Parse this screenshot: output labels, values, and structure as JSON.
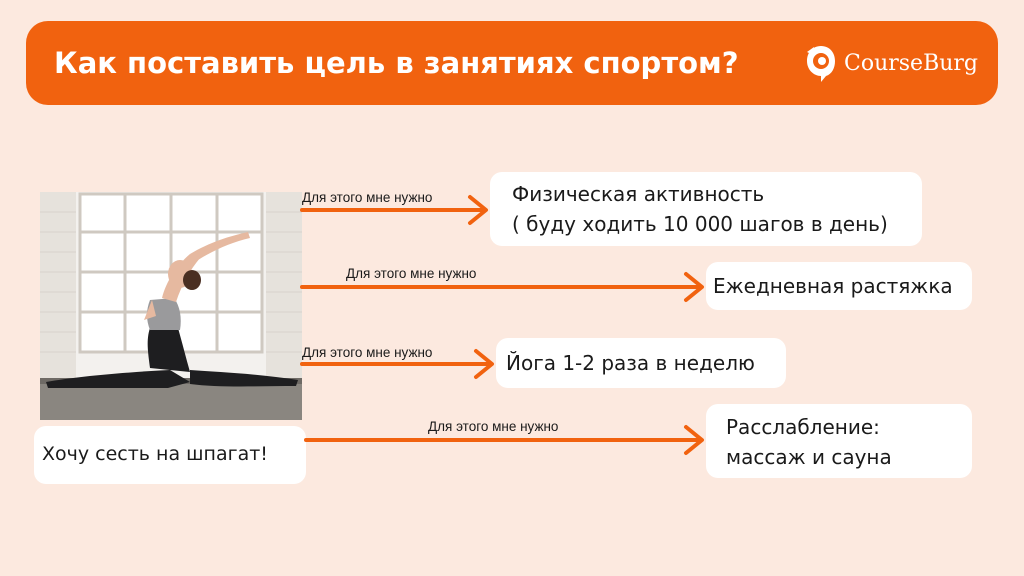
{
  "header": {
    "title": "Как поставить цель в занятиях спортом?",
    "logo_text": "CourseBurg",
    "background": "#f1620f"
  },
  "goal": {
    "text": "Хочу сесть на шпагат!"
  },
  "connector_label": "Для этого мне нужно",
  "steps": [
    {
      "lines": [
        "Физическая активность",
        "( буду ходить 10 000 шагов в день)"
      ]
    },
    {
      "lines": [
        "Ежедневная растяжка"
      ]
    },
    {
      "lines": [
        "Йога 1-2 раза в неделю"
      ]
    },
    {
      "lines": [
        "Расслабление:",
        "массаж и сауна"
      ]
    }
  ],
  "colors": {
    "accent": "#f1620f",
    "page_background": "#fce9df",
    "box": "#ffffff"
  },
  "photo": {
    "subject": "woman-doing-splits-icon"
  }
}
